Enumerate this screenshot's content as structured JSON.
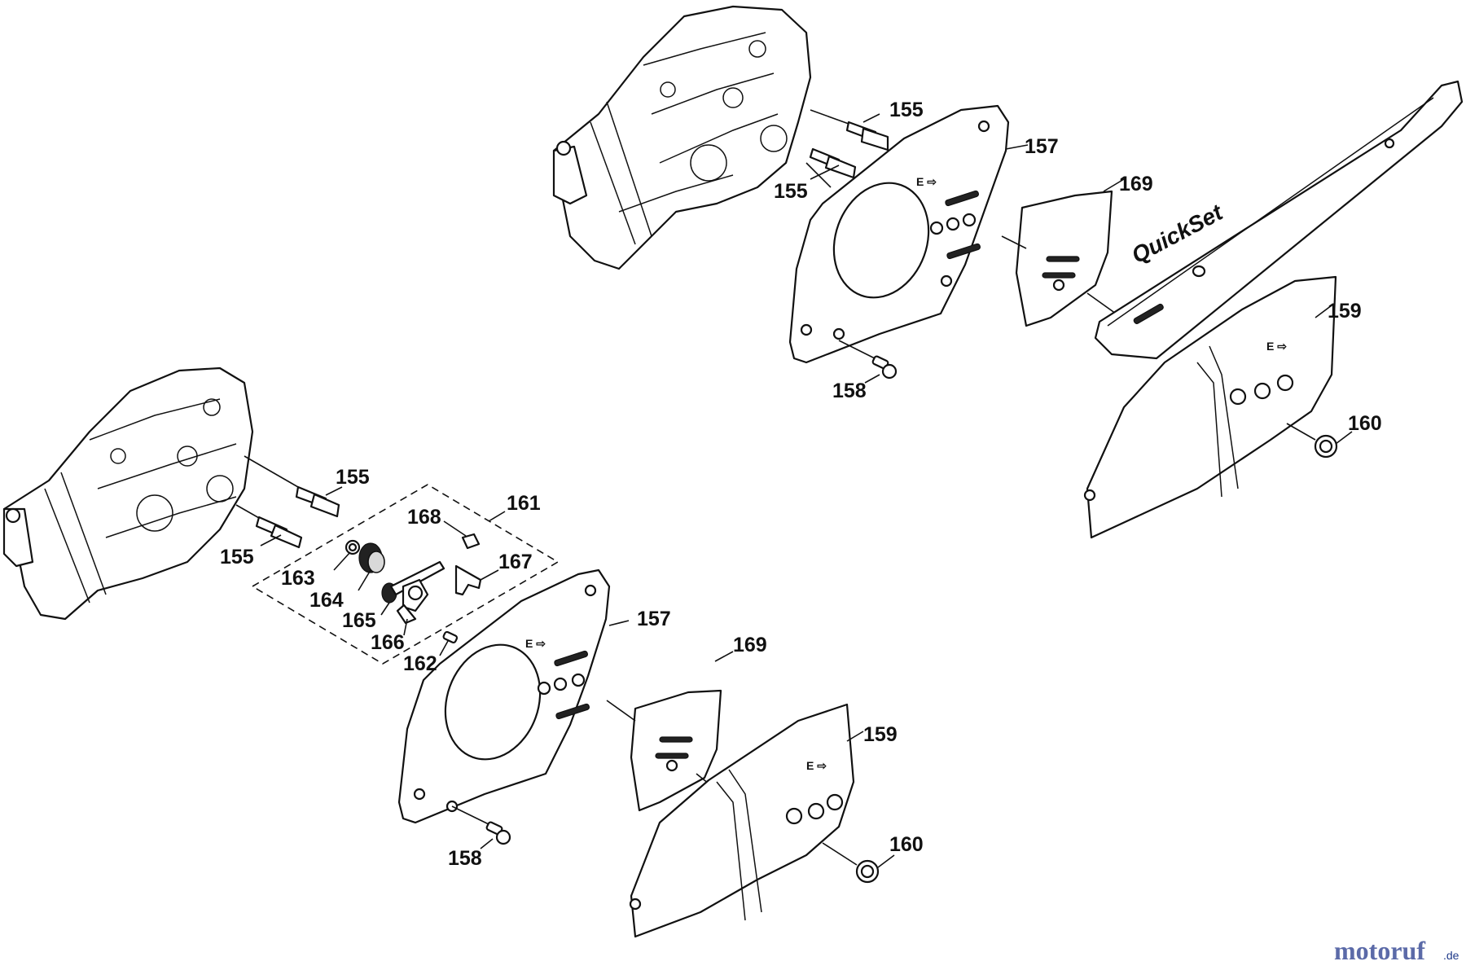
{
  "bar_brand_text": "QuickSet",
  "watermark": {
    "text": "motoruf",
    "suffix": ".de",
    "color": "#5b6aa8"
  },
  "part_labels": [
    {
      "id": "l155a",
      "text": "155"
    },
    {
      "id": "l155b",
      "text": "155"
    },
    {
      "id": "l157a",
      "text": "157"
    },
    {
      "id": "l169a",
      "text": "169"
    },
    {
      "id": "l159a",
      "text": "159"
    },
    {
      "id": "l158a",
      "text": "158"
    },
    {
      "id": "l160a",
      "text": "160"
    },
    {
      "id": "l155c",
      "text": "155"
    },
    {
      "id": "l155d",
      "text": "155"
    },
    {
      "id": "l161",
      "text": "161"
    },
    {
      "id": "l168",
      "text": "168"
    },
    {
      "id": "l167",
      "text": "167"
    },
    {
      "id": "l163",
      "text": "163"
    },
    {
      "id": "l164",
      "text": "164"
    },
    {
      "id": "l165",
      "text": "165"
    },
    {
      "id": "l166",
      "text": "166"
    },
    {
      "id": "l162",
      "text": "162"
    },
    {
      "id": "l157b",
      "text": "157"
    },
    {
      "id": "l169b",
      "text": "169"
    },
    {
      "id": "l159b",
      "text": "159"
    },
    {
      "id": "l158b",
      "text": "158"
    },
    {
      "id": "l160b",
      "text": "160"
    }
  ]
}
